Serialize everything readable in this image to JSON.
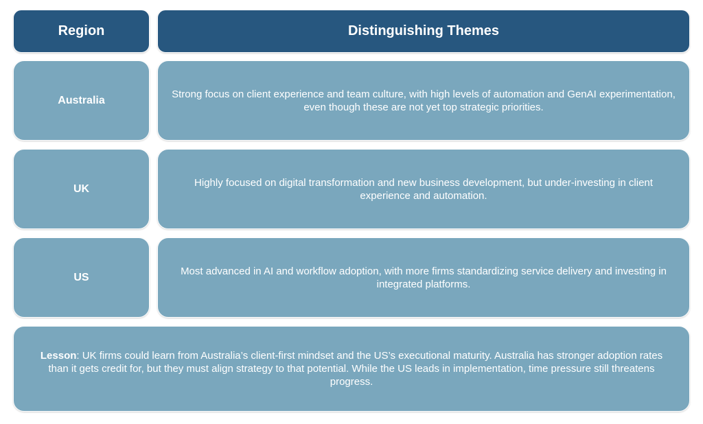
{
  "header": {
    "region_label": "Region",
    "themes_label": "Distinguishing Themes"
  },
  "rows": [
    {
      "region": "Australia",
      "theme": "Strong focus on client experience and team culture, with high levels of automation and GenAI experimentation, even though these are not yet top strategic priorities."
    },
    {
      "region": "UK",
      "theme": "Highly focused on digital transformation and new business development, but under-investing in client experience and automation."
    },
    {
      "region": "US",
      "theme": "Most advanced in AI and workflow adoption, with more firms standardizing service delivery and investing in integrated platforms."
    }
  ],
  "lesson": {
    "label": "Lesson",
    "text": ": UK firms could learn from Australia’s client-first mindset and the US’s executional maturity. Australia has stronger adoption rates than it gets credit for, but they must align strategy to that potential. While the US leads in implementation, time pressure still threatens progress."
  },
  "colors": {
    "header_bg": "#27577f",
    "cell_bg": "#7aa7bd",
    "text": "#ffffff"
  }
}
